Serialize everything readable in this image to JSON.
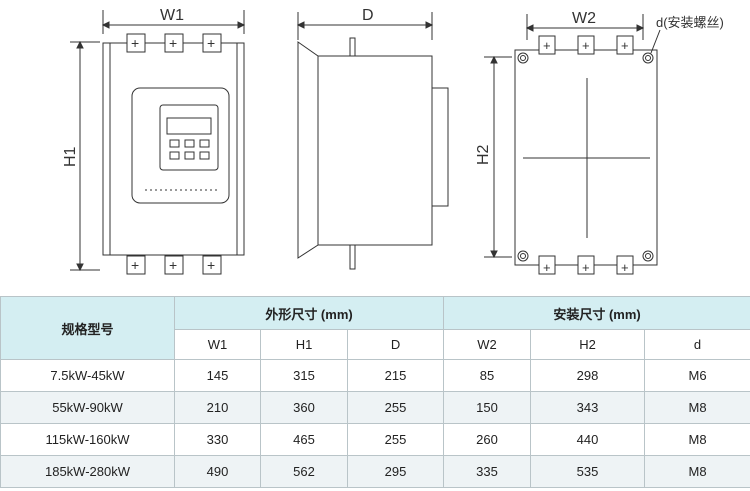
{
  "drawing": {
    "front_view": {
      "width_label": "W1",
      "height_label": "H1"
    },
    "side_view": {
      "depth_label": "D"
    },
    "mount_view": {
      "width_label": "W2",
      "height_label": "H2",
      "screw_label": "d(安装螺丝)"
    }
  },
  "table": {
    "model_header": "规格型号",
    "outer_group": "外形尺寸 (mm)",
    "mount_group": "安装尺寸 (mm)",
    "columns": [
      "W1",
      "H1",
      "D",
      "W2",
      "H2",
      "d"
    ],
    "rows": [
      {
        "model": "7.5kW-45kW",
        "W1": "145",
        "H1": "315",
        "D": "215",
        "W2": "85",
        "H2": "298",
        "d": "M6"
      },
      {
        "model": "55kW-90kW",
        "W1": "210",
        "H1": "360",
        "D": "255",
        "W2": "150",
        "H2": "343",
        "d": "M8"
      },
      {
        "model": "115kW-160kW",
        "W1": "330",
        "H1": "465",
        "D": "255",
        "W2": "260",
        "H2": "440",
        "d": "M8"
      },
      {
        "model": "185kW-280kW",
        "W1": "490",
        "H1": "562",
        "D": "295",
        "W2": "335",
        "H2": "535",
        "d": "M8"
      }
    ]
  }
}
